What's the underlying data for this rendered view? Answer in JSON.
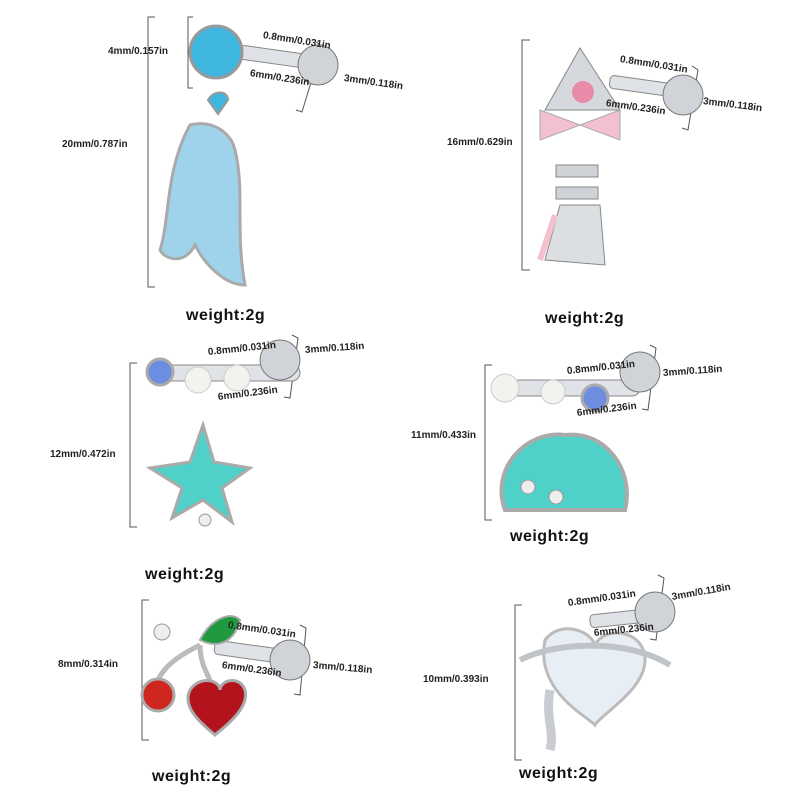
{
  "products": [
    {
      "name": "mermaid-tail",
      "overall": "20mm/0.787in",
      "top": "4mm/0.157in",
      "bar_gauge": "0.8mm/0.031in",
      "bar_length": "6mm/0.236in",
      "ball": "3mm/0.118in",
      "weight": "weight:2g"
    },
    {
      "name": "triangle-bow",
      "overall": "16mm/0.629in",
      "bar_gauge": "0.8mm/0.031in",
      "bar_length": "6mm/0.236in",
      "ball": "3mm/0.118in",
      "weight": "weight:2g"
    },
    {
      "name": "starfish",
      "overall": "12mm/0.472in",
      "bar_gauge": "0.8mm/0.031in",
      "bar_length": "6mm/0.236in",
      "ball": "3mm/0.118in",
      "weight": "weight:2g"
    },
    {
      "name": "shell",
      "overall": "11mm/0.433in",
      "bar_gauge": "0.8mm/0.031in",
      "bar_length": "6mm/0.236in",
      "ball": "3mm/0.118in",
      "weight": "weight:2g"
    },
    {
      "name": "cherry",
      "overall": "8mm/0.314in",
      "bar_gauge": "0.8mm/0.031in",
      "bar_length": "6mm/0.236in",
      "ball": "3mm/0.118in",
      "weight": "weight:2g"
    },
    {
      "name": "opal-heart",
      "overall": "10mm/0.393in",
      "bar_gauge": "0.8mm/0.031in",
      "bar_length": "6mm/0.236in",
      "ball": "3mm/0.118in",
      "weight": "weight:2g"
    }
  ],
  "colors": {
    "aqua": "#3fb6e0",
    "teal": "#4fd0c8",
    "pink": "#e88aa8",
    "green": "#1f9a3e",
    "red": "#b3141c",
    "silver": "#c8cbd0",
    "opal": "#e8eef5"
  }
}
